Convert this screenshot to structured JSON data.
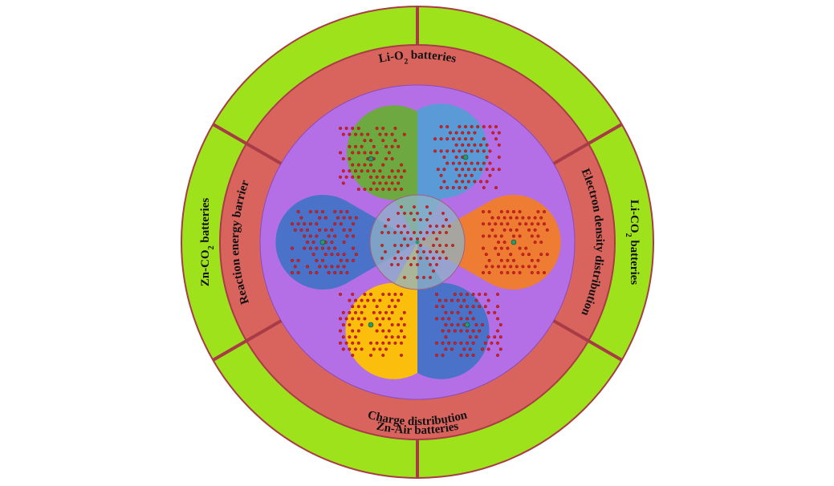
{
  "outer_ring": {
    "top_label": {
      "prefix": "Li-O",
      "sub": "2",
      "suffix": " batteries"
    },
    "right_label": {
      "prefix": "Li-CO",
      "sub": "2",
      "suffix": " batteries"
    },
    "bottom_label": {
      "prefix": "Zn-Air batteries",
      "sub": "",
      "suffix": ""
    },
    "left_label": {
      "prefix": "Zn-CO",
      "sub": "2",
      "suffix": " batteries"
    }
  },
  "middle_ring": {
    "left_label": "Reaction energy barrier",
    "right_label": "Electron density distribution",
    "bottom_label": "Charge distribution"
  },
  "colors": {
    "outer_ring": "#9ee21c",
    "middle_ring": "#d9645e",
    "divider": "#a83c46",
    "inner_disc": "#b46fe6",
    "petal_top_left": "#6da840",
    "petal_top_right": "#5a9ad6",
    "petal_right": "#ee7d33",
    "petal_bottom_right": "#4a72c8",
    "petal_bottom_left": "#fbbe0d",
    "petal_left": "#4a72c8",
    "center": "#8fb3c5",
    "atom_red": "#d42020",
    "atom_center": "#2a9a6a"
  }
}
